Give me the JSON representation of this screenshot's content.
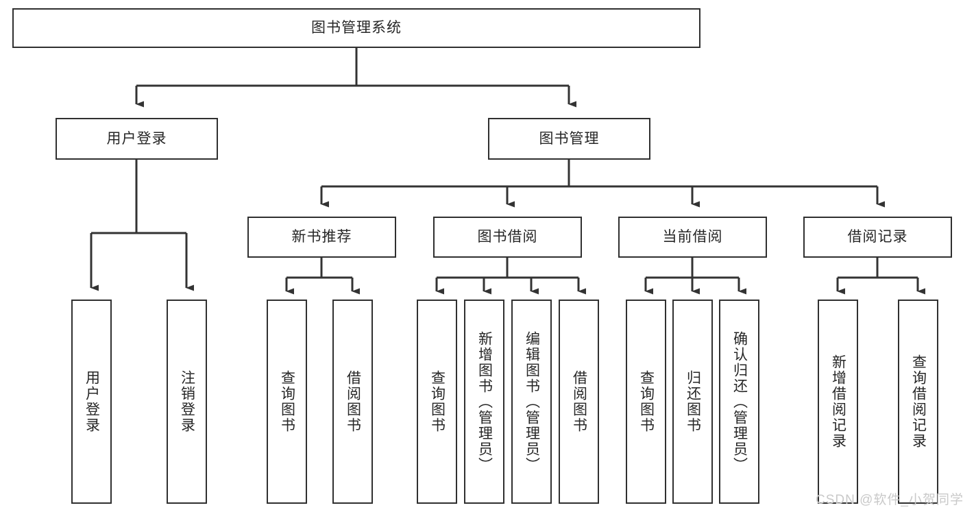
{
  "diagram": {
    "title": "图书管理系统",
    "type": "tree-hierarchy",
    "watermark": "CSDN @软件_小贺同学",
    "colors": {
      "box_border": "#2f2f2f",
      "box_fill": "#ffffff",
      "connector": "#333333",
      "text": "#262626",
      "watermark": "#c9c9c9",
      "background": "#ffffff"
    },
    "nodes": {
      "root": {
        "label": "图书管理系统"
      },
      "level2": [
        {
          "id": "user-login",
          "label": "用户登录"
        },
        {
          "id": "book-manage",
          "label": "图书管理"
        }
      ],
      "level3": [
        {
          "id": "new-book-rec",
          "label": "新书推荐"
        },
        {
          "id": "book-borrow",
          "label": "图书借阅"
        },
        {
          "id": "current-borrow",
          "label": "当前借阅"
        },
        {
          "id": "borrow-record",
          "label": "借阅记录"
        }
      ],
      "leaves": {
        "user_login": [
          {
            "id": "leaf-user-login",
            "label": "用户登录"
          },
          {
            "id": "leaf-logout-login",
            "label": "注销登录"
          }
        ],
        "new_book_rec": [
          {
            "id": "leaf-query-book-1",
            "label": "查询图书"
          },
          {
            "id": "leaf-borrow-book-1",
            "label": "借阅图书"
          }
        ],
        "book_borrow": [
          {
            "id": "leaf-query-book-2",
            "label": "查询图书"
          },
          {
            "id": "leaf-add-book",
            "label": "新增图书（管理员）"
          },
          {
            "id": "leaf-edit-book",
            "label": "编辑图书（管理员）"
          },
          {
            "id": "leaf-borrow-book-2",
            "label": "借阅图书"
          }
        ],
        "current_borrow": [
          {
            "id": "leaf-query-book-3",
            "label": "查询图书"
          },
          {
            "id": "leaf-return-book",
            "label": "归还图书"
          },
          {
            "id": "leaf-confirm-return",
            "label": "确认归还（管理员）"
          }
        ],
        "borrow_record": [
          {
            "id": "leaf-add-record",
            "label": "新增借阅记录"
          },
          {
            "id": "leaf-query-record",
            "label": "查询借阅记录"
          }
        ]
      }
    }
  }
}
